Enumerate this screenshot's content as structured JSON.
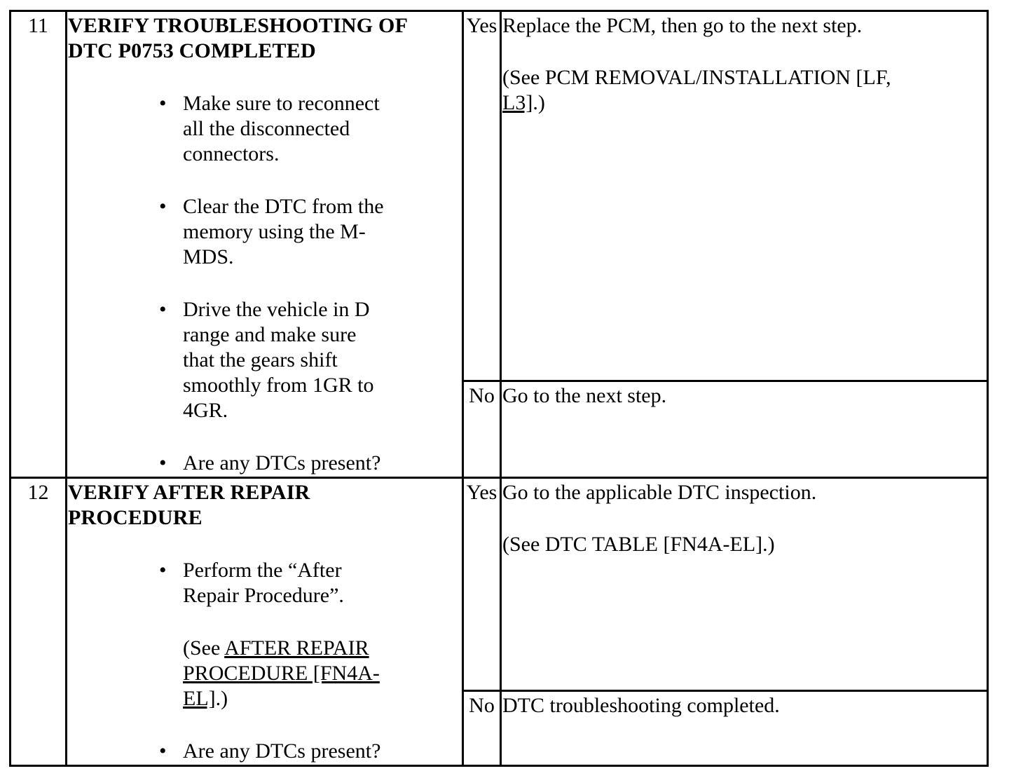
{
  "rows": [
    {
      "step": "11",
      "title_line1": "VERIFY TROUBLESHOOTING OF",
      "title_line2": "DTC P0753 COMPLETED",
      "bullets": [
        [
          "Make sure to reconnect",
          "all the disconnected",
          "connectors."
        ],
        [
          "Clear the DTC from the",
          "memory using the M-",
          "MDS."
        ],
        [
          "Drive the vehicle in D",
          "range and make sure",
          "that the gears shift",
          "smoothly from 1GR to",
          "4GR."
        ],
        [
          "Are any DTCs present?"
        ]
      ],
      "yes_label": "Yes",
      "yes_action": "Replace the PCM, then go to the next step.",
      "yes_ref_prefix": "(See PCM REMOVAL/INSTALLATION [LF,",
      "yes_ref_link": "L3]",
      "yes_ref_suffix": ".)",
      "no_label": "No",
      "no_action": "Go to the next step."
    },
    {
      "step": "12",
      "title_line1": "VERIFY AFTER REPAIR",
      "title_line2": "PROCEDURE",
      "bullet1": [
        "Perform the “After",
        "Repair Procedure”."
      ],
      "bullet1_ref_prefix": "(See ",
      "bullet1_ref_link1": "AFTER REPAIR",
      "bullet1_ref_link2": "PROCEDURE [FN4A-",
      "bullet1_ref_link3": "EL]",
      "bullet1_ref_suffix": ".)",
      "bullet2": "Are any DTCs present?",
      "yes_label": "Yes",
      "yes_action": "Go to the applicable DTC inspection.",
      "yes_ref": "(See DTC TABLE [FN4A-EL].)",
      "no_label": "No",
      "no_action": "DTC troubleshooting completed."
    }
  ]
}
